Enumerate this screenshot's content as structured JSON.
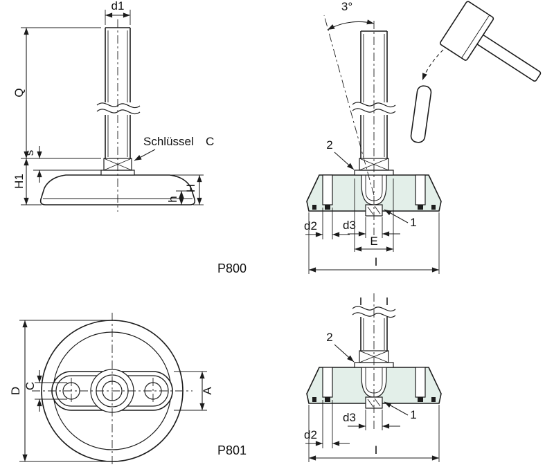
{
  "drawing": {
    "colors": {
      "background": "#ffffff",
      "line": "#1c1c1c",
      "section_fill": "#e3efe9"
    },
    "views": {
      "side": {
        "caption": "P800",
        "wrench_label": "Schlüssel",
        "wrench_dim": "C",
        "dims": {
          "d1": "d1",
          "Q": "Q",
          "s": "s",
          "H1": "H1",
          "h": "h",
          "H": "H"
        }
      },
      "tilt": {
        "angle": "3°",
        "items": {
          "washer": "2",
          "nut": "1"
        },
        "dims": {
          "d2": "d2",
          "d3": "d3",
          "E": "E",
          "I": "I"
        }
      },
      "top": {
        "caption": "P801",
        "dims": {
          "D": "D",
          "C": "C",
          "A": "A"
        }
      },
      "section": {
        "items": {
          "washer": "2",
          "nut": "1"
        },
        "dims": {
          "d2": "d2",
          "d3": "d3",
          "I": "I"
        }
      }
    }
  }
}
